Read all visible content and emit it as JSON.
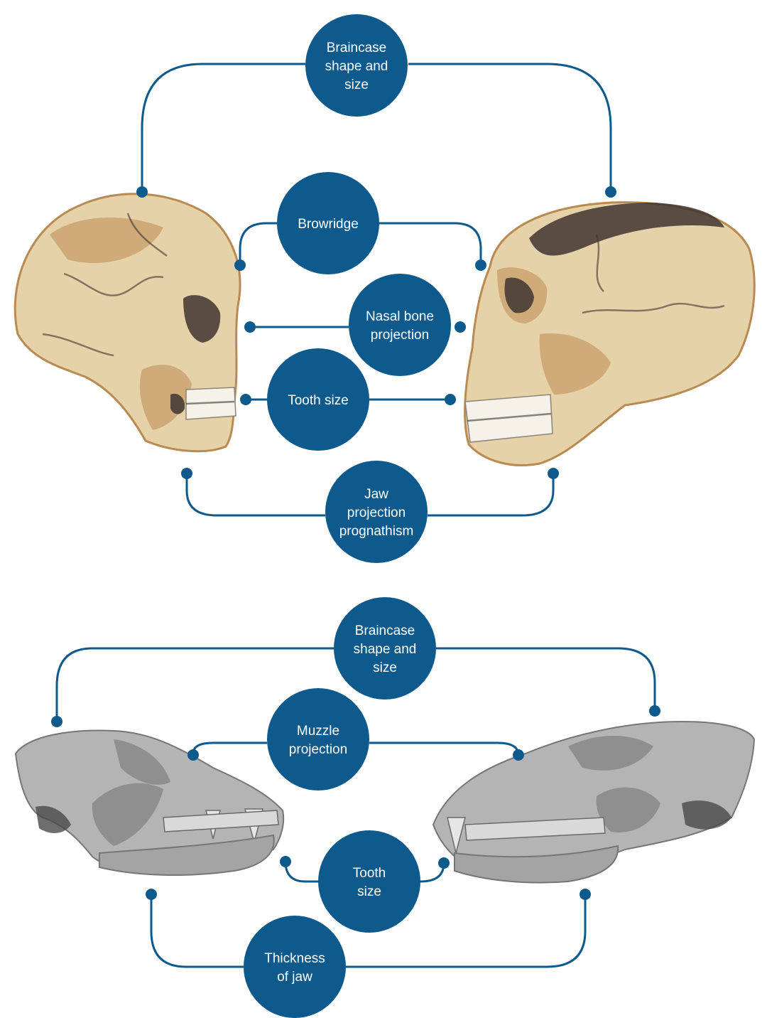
{
  "colors": {
    "accent": "#0f5a8c",
    "background": "#ffffff",
    "skull_bone": "#e6d2a8",
    "skull_shadow": "#b98a52",
    "skull_dark": "#3f3531",
    "dog_bone": "#b4b4b4",
    "dog_shadow": "#767676"
  },
  "human_panel": {
    "nodes": [
      {
        "id": "braincase",
        "lines": [
          "Braincase",
          "shape and",
          "size"
        ]
      },
      {
        "id": "browridge",
        "lines": [
          "Browridge"
        ]
      },
      {
        "id": "nasal",
        "lines": [
          "Nasal bone",
          "projection"
        ]
      },
      {
        "id": "tooth",
        "lines": [
          "Tooth size"
        ]
      },
      {
        "id": "jaw",
        "lines": [
          "Jaw",
          "projection",
          "prognathism"
        ]
      }
    ],
    "left_image": "modern-human-skull-illustration",
    "right_image": "archaic-hominin-skull-illustration"
  },
  "canid_panel": {
    "nodes": [
      {
        "id": "braincase",
        "lines": [
          "Braincase",
          "shape and",
          "size"
        ]
      },
      {
        "id": "muzzle",
        "lines": [
          "Muzzle",
          "projection"
        ]
      },
      {
        "id": "tooth",
        "lines": [
          "Tooth",
          "size"
        ]
      },
      {
        "id": "jaw",
        "lines": [
          "Thickness",
          "of jaw"
        ]
      }
    ],
    "left_image": "dog-skull-3d-scan",
    "right_image": "wolf-skull-3d-scan"
  }
}
